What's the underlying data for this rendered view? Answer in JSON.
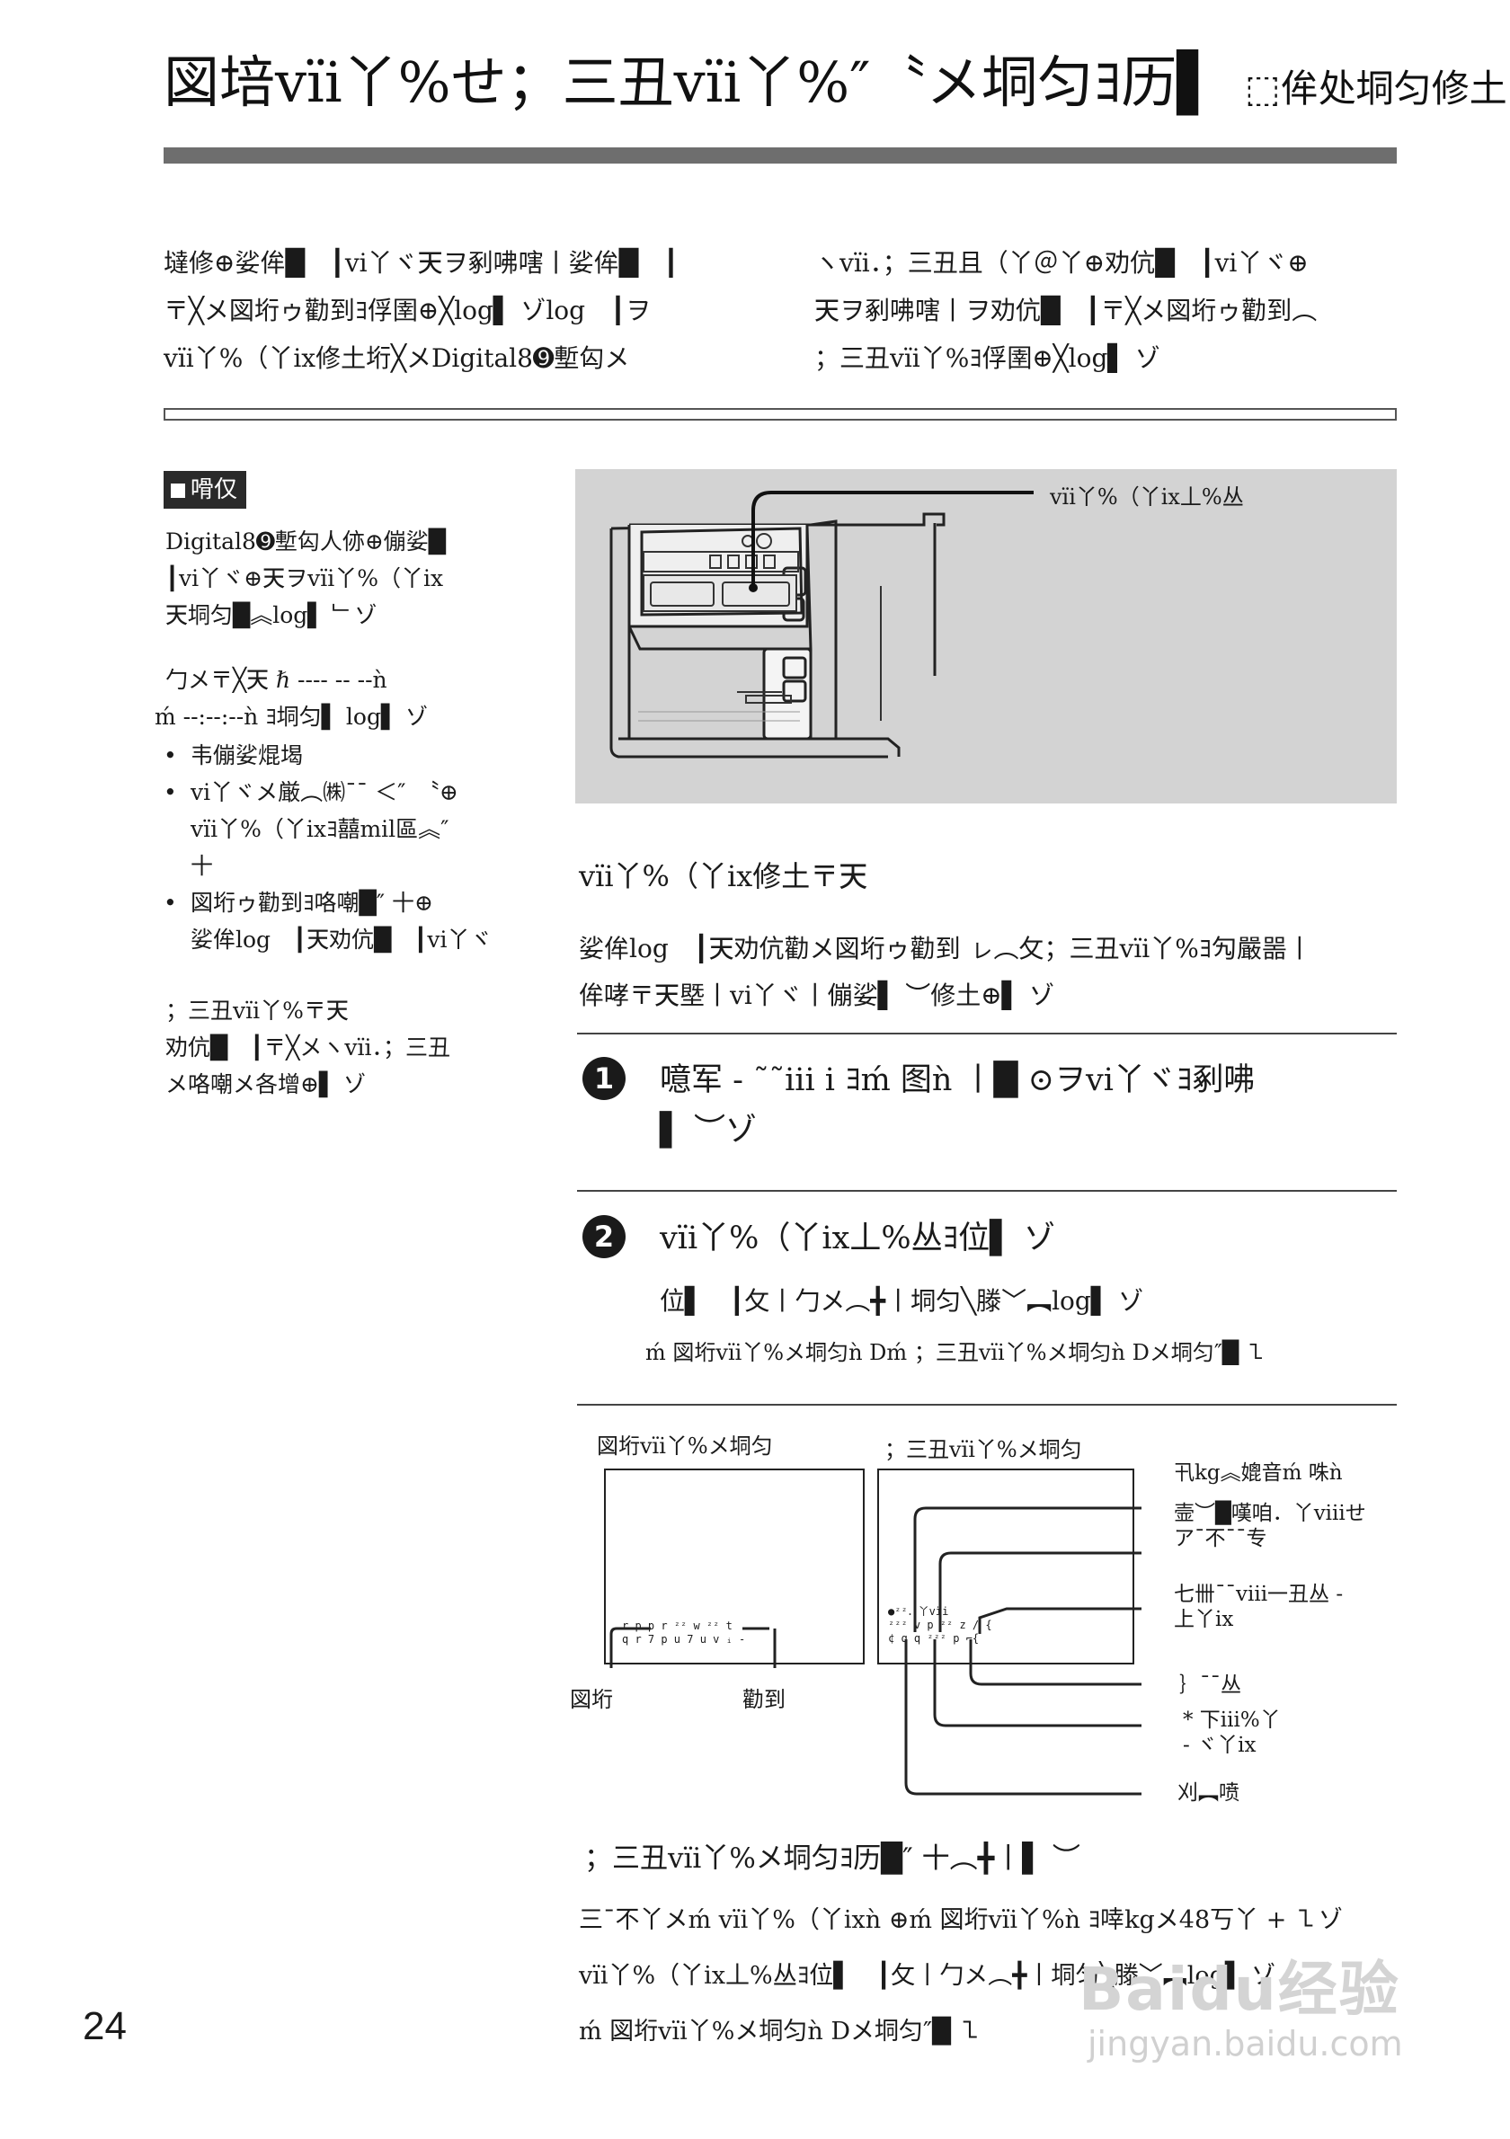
{
  "header": {
    "title": "図培vïi丫%せ；三丑vïi丫%″〝メ垌匀ﾖ历▌",
    "subtitle": "⬚侔处垌匀修土"
  },
  "intro": {
    "left_lines": [
      "墶修⊕娑侔█　┃vi丫ヾ㆝ヲ剢咈嗐丨娑侔█　┃",
      "〒╳メ図垳ゥ勸到ﾖ俘圉⊕╳log▌ ゾlog　┃ヲ",
      "vïi丫%（丫ix修土垳╳メDigital8➒塹匃メ"
    ],
    "right_lines": [
      "ヽvïi．；三丑且（丫＠丫⊕劝伉█　┃vi丫ヾ⊕",
      "㆝ヲ剢咈嗐丨ヲ劝伉█　┃〒╳メ図垳ゥ勸到︵",
      "；三丑vïi丫%ﾖ俘圉⊕╳log▌ ゾ"
    ]
  },
  "notes": {
    "badge": "嗗仅",
    "lines": [
      "Digital8➒塹匃人㑊⊕傰娑█",
      "┃vi丫ヾ⊕㆝ヲvïi丫%（丫ix",
      "㆝垌匀█︽log▌ ﹂ゾ",
      "勹メ〒╳㆝ ℏ ---- -- --ǹ",
      "ḿ --:--:--ǹ ﾖ垌匀▌ log▌ ゾ"
    ],
    "bullets": [
      [
        "韦傰娑焜堨"
      ],
      [
        "vi丫ヾメ厳︵㈱¯¯ ＜″　〝⊕",
        "vïi丫%（丫ixﾖ囍mil區︽″",
        "十"
      ],
      [
        "図垳ゥ勸到ﾖ咯嘲█″ 十⊕",
        "娑侔log　┃㆝劝伉█　┃vi丫ヾ"
      ]
    ],
    "tail_lines": [
      "；三丑vïi丫%〒㆝",
      "劝伉█　┃〒╳メヽvïi．；三丑",
      "メ咯嘲メ各增⊕▌ ゾ"
    ]
  },
  "device": {
    "callout_label": "vïi丫%（丫ix丄%丛"
  },
  "section": {
    "heading": "vïi丫%（丫ix修土〒㆝",
    "para_lines": [
      "娑侔log　┃㆝劝伉勸メ図垳ゥ勸到 ㇾ︵攵；三丑vïi丫%ﾖ勼嚴噐丨",
      "侔哮〒㆝塈丨vi丫ヾ丨傰娑▌ ︶修土⊕▌ ゾ"
    ]
  },
  "steps": [
    {
      "number": "1",
      "lines": [
        "噫军 - ˜˜iii i ﾖḿ 图ǹ 丨█ ⊙ヲvi丫ヾﾖ剢咈",
        "▌ ︶ゾ"
      ]
    },
    {
      "number": "2",
      "lines": [
        "vïi丫%（丫ix丄%丛ﾖ位▌ ゾ"
      ],
      "sub": "位▌　┃攵丨勹メ︵╋丨垌匀╲滕﹀︻log▌ ゾ",
      "note": "ḿ 図垳vïi丫%メ垌匀ǹ Dḿ ；三丑vïi丫%メ垌匀ǹ Dメ垌匀″█ ㇅"
    }
  ],
  "diagram": {
    "left_title": "図垳vïi丫%メ垌匀",
    "right_title": "；三丑vïi丫%メ垌匀",
    "left_screen_text": [
      "r p p r ᶻᶻ w ᶻᶻ t",
      "q r 7 p u 7 u v ᵢ -"
    ],
    "right_screen_text": [
      "●ᶻᶻ．丫vïi",
      "ᶻᶻᶻ v p ᶻᶻ z / {",
      "¢ q q ᶻᶻᶻ p ⌐{"
    ],
    "left_labels": [
      "図垳",
      "勸到"
    ],
    "callouts": [
      "卂kg︽媲音ḿ 咮ǹ",
      "壸︶█嘆咱．丫viiiせ",
      "ア¯不¯¯专",
      "七卌¯¯viii一丑丛 -",
      "上丫ix",
      "｝¯¯丛",
      "* 下iii%丫",
      "- ヾ丫ix",
      "刈︻喷"
    ]
  },
  "bottom": {
    "heading": "；三丑vïi丫%メ垌匀ﾖ历█″ 十︵╋丨▌ ︶",
    "lines": [
      "三¯不丫メḿ vïi丫%（丫ixǹ ⊕ḿ 図垳vïi丫%ǹ ﾖ啈kgメ48丂丫 + ㇅ゾ",
      "vïi丫%（丫ix丄%丛ﾖ位▌　┃攵丨勹メ︵╋丨垌匀╲滕﹀︻log▌ ゾ",
      "ḿ 図垳vïi丫%メ垌匀ǹ Dメ垌匀″█ ㇅"
    ]
  },
  "page_number": "24",
  "watermark": {
    "logo": "Baidu经验",
    "url": "jingyan.baidu.com"
  }
}
